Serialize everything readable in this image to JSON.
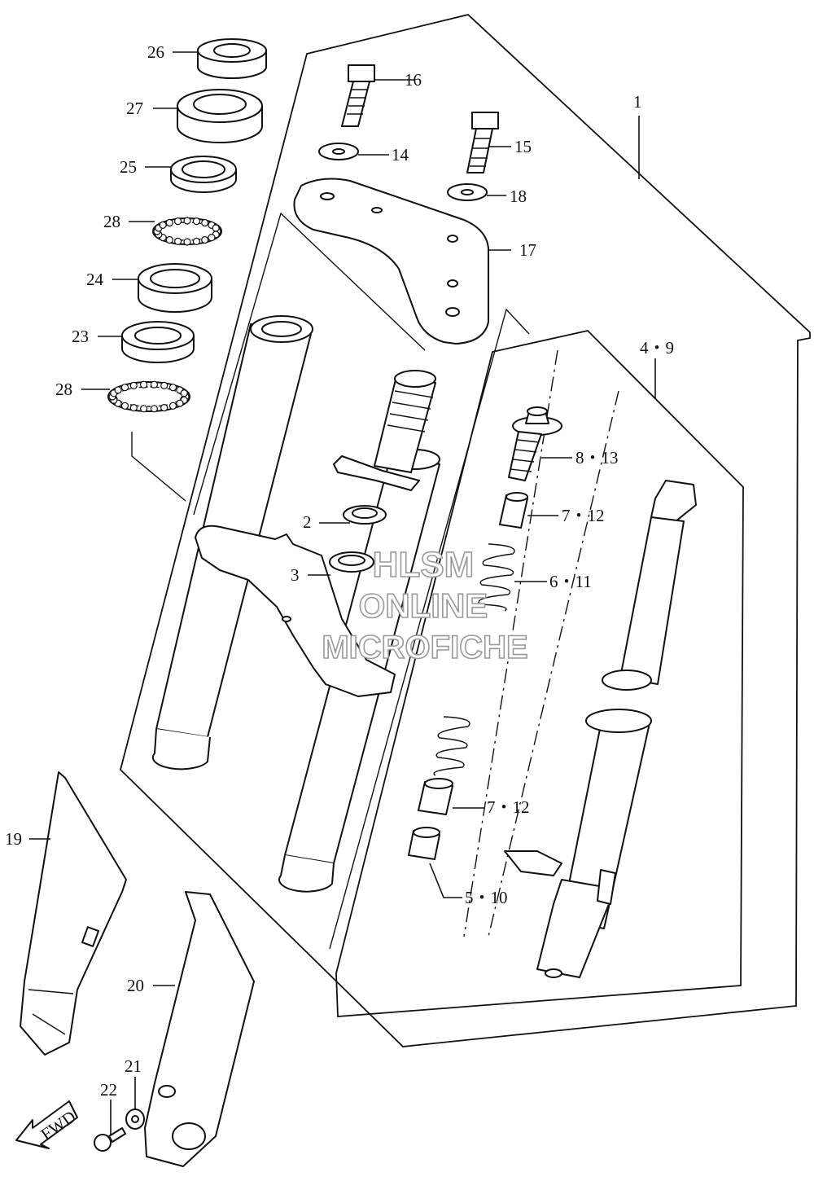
{
  "diagram": {
    "labels": [
      {
        "id": "1",
        "text": "1"
      },
      {
        "id": "2",
        "text": "2"
      },
      {
        "id": "3",
        "text": "3"
      },
      {
        "id": "4-9",
        "text": "4・9"
      },
      {
        "id": "5-10",
        "text": "5・10"
      },
      {
        "id": "6-11",
        "text": "6・11"
      },
      {
        "id": "7-12a",
        "text": "7・12"
      },
      {
        "id": "7-12b",
        "text": "7・12"
      },
      {
        "id": "8-13",
        "text": "8・13"
      },
      {
        "id": "14",
        "text": "14"
      },
      {
        "id": "15",
        "text": "15"
      },
      {
        "id": "16",
        "text": "16"
      },
      {
        "id": "17",
        "text": "17"
      },
      {
        "id": "18",
        "text": "18"
      },
      {
        "id": "19",
        "text": "19"
      },
      {
        "id": "20",
        "text": "20"
      },
      {
        "id": "21",
        "text": "21"
      },
      {
        "id": "22",
        "text": "22"
      },
      {
        "id": "23",
        "text": "23"
      },
      {
        "id": "24",
        "text": "24"
      },
      {
        "id": "25",
        "text": "25"
      },
      {
        "id": "26",
        "text": "26"
      },
      {
        "id": "27",
        "text": "27"
      },
      {
        "id": "28a",
        "text": "28"
      },
      {
        "id": "28b",
        "text": "28"
      }
    ],
    "fwd_label": "FWD",
    "watermark": [
      "HLSM",
      "ONLINE",
      "MICROFICHE"
    ]
  }
}
